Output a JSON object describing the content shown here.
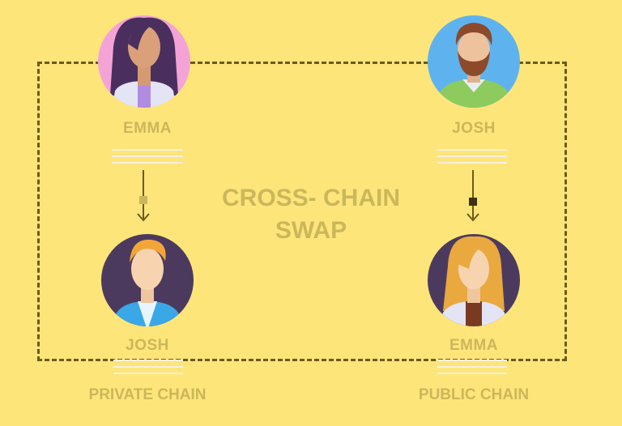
{
  "title": {
    "line1": "CROSS- CHAIN",
    "line2": "SWAP"
  },
  "people": {
    "top_left": {
      "name": "EMMA",
      "avatar_icon": "woman-avatar-icon"
    },
    "top_right": {
      "name": "JOSH",
      "avatar_icon": "bearded-man-avatar-icon"
    },
    "bottom_left": {
      "name": "JOSH",
      "avatar_icon": "man-avatar-icon"
    },
    "bottom_right": {
      "name": "EMMA",
      "avatar_icon": "blonde-woman-avatar-icon"
    }
  },
  "chains": {
    "left": "PRIVATE CHAIN",
    "right": "PUBLIC CHAIN"
  },
  "colors": {
    "background": "#FEE57A",
    "label": "#CBB75B",
    "frame": "#6B5A1B"
  }
}
